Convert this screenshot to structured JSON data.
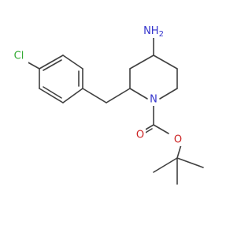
{
  "structure": {
    "atoms": {
      "amine": "NH",
      "amine_sub": "2",
      "chlorine": "Cl",
      "ring_nitrogen": "N",
      "carbonyl_oxygen": "O",
      "ester_oxygen": "O"
    },
    "colors": {
      "bond": "#404040",
      "nitrogen": "#3333cc",
      "oxygen": "#cc2222",
      "chlorine": "#33aa33"
    }
  }
}
